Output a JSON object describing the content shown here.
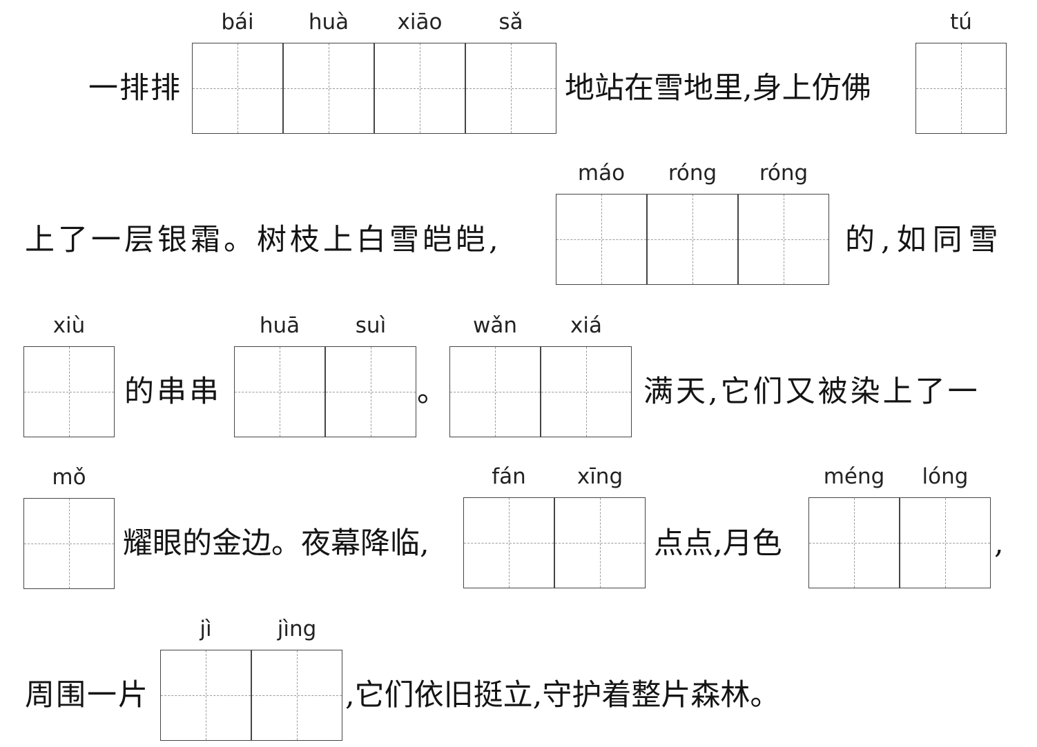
{
  "lines": [
    {
      "pre": "一排排",
      "blank1": [
        "bái",
        "huà",
        "xiāo",
        "sǎ"
      ],
      "mid": "地站在雪地里,身上仿佛",
      "blank2": [
        "tú"
      ]
    },
    {
      "pre": "上了一层银霜。树枝上白雪皑皑,",
      "blank1": [
        "máo",
        "róng",
        "róng"
      ],
      "post": "的,如同雪"
    },
    {
      "blank1": [
        "xiù"
      ],
      "mid1": "的串串",
      "blank2": [
        "huā",
        "suì"
      ],
      "mid2": "。",
      "blank3": [
        "wǎn",
        "xiá"
      ],
      "post": "满天,它们又被染上了一"
    },
    {
      "blank1": [
        "mǒ"
      ],
      "mid1": "耀眼的金边。夜幕降临,",
      "blank2": [
        "fán",
        "xīng"
      ],
      "mid2": "点点,月色",
      "blank3": [
        "méng",
        "lóng"
      ],
      "post": ","
    },
    {
      "pre": "周围一片",
      "blank1": [
        "jì",
        "jìng"
      ],
      "post": ",它们依旧挺立,守护着整片森林。"
    }
  ]
}
